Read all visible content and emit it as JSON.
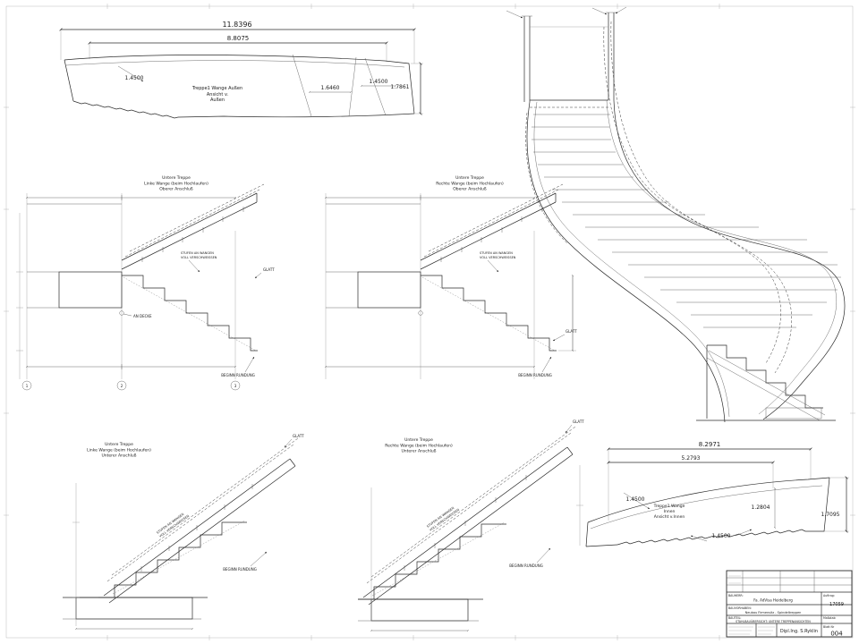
{
  "view_outer_top": {
    "dim_total": "11.8396",
    "dim_span": "8.8075",
    "dim_left": "1.4500",
    "dim_mid": "1.6460",
    "dim_right": "1.4500",
    "dim_end": "1.7861",
    "caption": [
      "Treppe1  Wange Außen",
      "Ansicht  v.",
      "Außen"
    ]
  },
  "detail_views": [
    {
      "title": [
        "Untere Treppe",
        "Linke Wange (beim Hochlaufen)",
        "Oberer Anschluß"
      ],
      "weld_note": [
        "STUFEN AN WANGEN",
        "VOLL VERSCHWEISSEN"
      ],
      "deck_note": "AN DECKE",
      "glatt_note": "GLATT",
      "begin_note": "BEGINN RUNDUNG",
      "markers": [
        "1",
        "2",
        "3"
      ]
    },
    {
      "title": [
        "Untere Treppe",
        "Rechte Wange (beim Hochlaufen)",
        "Oberer Anschluß"
      ],
      "weld_note": [
        "STUFEN AN WANGEN",
        "VOLL VERSCHWEISSEN"
      ],
      "glatt_note": "GLATT",
      "begin_note": "BEGINN RUNDUNG"
    },
    {
      "title": [
        "Untere Treppe",
        "Linke Wange (beim Hochlaufen)",
        "Unterer Anschluß"
      ],
      "weld_note": [
        "STUFEN AN WANGEN",
        "VOLL VERSCHWEISSEN"
      ],
      "glatt_note": "GLATT",
      "begin_note": "BEGINN RUNDUNG"
    },
    {
      "title": [
        "Untere Treppe",
        "Rechte Wange (beim Hochlaufen)",
        "Unterer Anschluß"
      ],
      "weld_note": [
        "STUFEN AN WANGEN",
        "VOLL VERSCHWEISSEN"
      ],
      "glatt_note": "GLATT",
      "begin_note": "BEGINN RUNDUNG"
    }
  ],
  "view_inner_bottom": {
    "dim_total": "8.2971",
    "dim_span": "5.2793",
    "dim_left": "1.4500",
    "dim_mid": "1.2804",
    "dim_end": "1.7095",
    "dim_bottom": "1.4500",
    "caption": [
      "Treppe1  Wange",
      "Innen",
      "Ansicht  v.Innen"
    ]
  },
  "title_block": {
    "bauherr_label": "BAUHERR:",
    "bauherr": "Fa. AdVisa Heidelberg",
    "auftrag_label": "Auftrag:",
    "auftrag": "17059",
    "bauvorhaben_label": "BAUVORHABEN:",
    "bauvorhaben": "Neubau Firmensitz - Spindeltreppen",
    "bauteil_label": "BAUTEIL:",
    "bauteil": "STAHLBAUÜBERSICHT:  UNTERE TREPPENANSICHTEN",
    "massstab_label": "Maßstab",
    "blatt_label": "Blatt Nr",
    "blatt_nr": "004",
    "engineer": "Dipl.Ing. S.Ryklin"
  }
}
